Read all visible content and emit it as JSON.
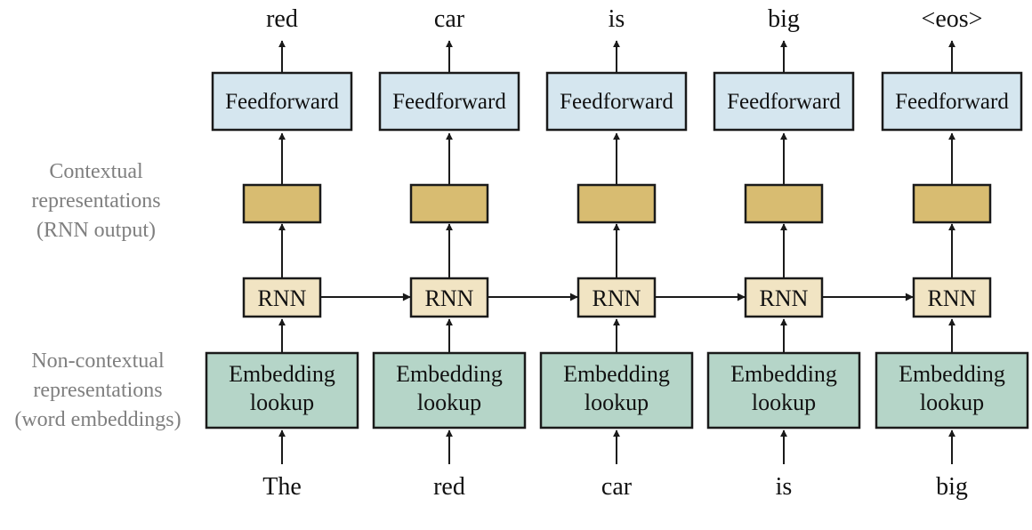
{
  "side_labels": {
    "contextual": [
      "Contextual",
      "representations",
      "(RNN output)"
    ],
    "noncontextual": [
      "Non-contextual",
      "representations",
      "(word embeddings)"
    ]
  },
  "columns": [
    {
      "input": "The",
      "output": "red"
    },
    {
      "input": "red",
      "output": "car"
    },
    {
      "input": "car",
      "output": "is"
    },
    {
      "input": "is",
      "output": "big"
    },
    {
      "input": "big",
      "output": "<eos>"
    }
  ],
  "labels": {
    "feedforward": "Feedforward",
    "rnn": "RNN",
    "embedding_line1": "Embedding",
    "embedding_line2": "lookup"
  },
  "colors": {
    "feedforward": "#d5e6ef",
    "contextual": "#d8bc71",
    "rnn": "#f1e4c3",
    "embedding": "#b5d5c8",
    "stroke": "#1a1a1a",
    "side_text": "#7f7f7f"
  }
}
